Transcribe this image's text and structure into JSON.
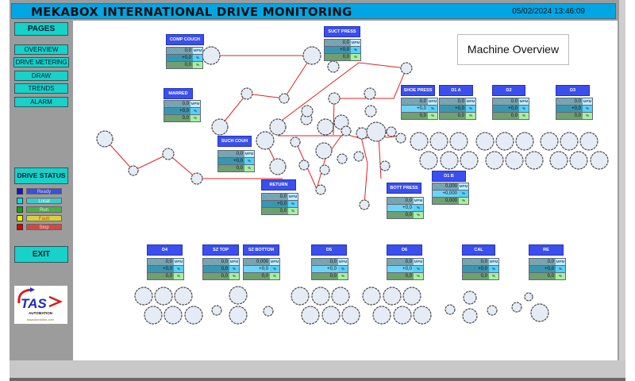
{
  "header": {
    "title": "MEKABOX INTERNATIONAL DRIVE MONITORING",
    "datetime": "05/02/2024 13:46:09"
  },
  "sidebar": {
    "pages_label": "PAGES",
    "nav": [
      {
        "label": "OVERVIEW"
      },
      {
        "label": "DRIVE METERING"
      },
      {
        "label": "DRAW"
      },
      {
        "label": "TRENDS"
      },
      {
        "label": "ALARM"
      }
    ],
    "drive_status_label": "DRIVE STATUS",
    "status_legend": [
      {
        "label": "Ready",
        "color": "#1010e0",
        "bar": "#3b4fd8",
        "text": "#c8d0ff"
      },
      {
        "label": "Local",
        "color": "#00e0e0",
        "bar": "#40c8c8",
        "text": "#e0ffff"
      },
      {
        "label": "Run",
        "color": "#00b000",
        "bar": "#48b048",
        "text": "#d0ffd0"
      },
      {
        "label": "Fault",
        "color": "#f0f000",
        "bar": "#d8d040",
        "text": "#e04000"
      },
      {
        "label": "Stop",
        "color": "#e00000",
        "bar": "#d04848",
        "text": "#ffd0d0"
      }
    ],
    "exit_label": "EXIT",
    "logo": {
      "brand": "TAS",
      "sub": "AUTOMATION",
      "site": "tasautomation.com"
    }
  },
  "main": {
    "overview_label": "Machine Overview"
  },
  "units": {
    "speed": "MPM",
    "pct": "%"
  },
  "drives": [
    {
      "name": "COMP COUCH",
      "speed": "0,0",
      "load": "+0,0",
      "ratio": "0,0"
    },
    {
      "name": "SUCT PRESS",
      "speed": "0,0",
      "load": "+0,0",
      "ratio": "0,0"
    },
    {
      "name": "MARRED",
      "speed": "0,0",
      "load": "+0,0",
      "ratio": "0,0"
    },
    {
      "name": "SHOE PRESS",
      "speed": "0,0",
      "load": "+0,0",
      "ratio": "0,0"
    },
    {
      "name": "D1 A",
      "speed": "0,0",
      "load": "+0,0",
      "ratio": "0,0"
    },
    {
      "name": "D2",
      "speed": "0,0",
      "load": "+0,0",
      "ratio": "0,0"
    },
    {
      "name": "D3",
      "speed": "0,0",
      "load": "+0,0",
      "ratio": "0,0"
    },
    {
      "name": "SUCH COUH",
      "speed": "0,0",
      "load": "+0,0",
      "ratio": "0,0"
    },
    {
      "name": "RETURN",
      "speed": "0,0",
      "load": "+0,0",
      "ratio": "0,0"
    },
    {
      "name": "BOTT PRESS",
      "speed": "0,0",
      "load": "+0,0",
      "ratio": "0,0"
    },
    {
      "name": "D1 B",
      "speed": "0,000",
      "load": "+0,000",
      "ratio": "0,000"
    },
    {
      "name": "D4",
      "speed": "0,0",
      "load": "+0,0",
      "ratio": "0,0"
    },
    {
      "name": "SZ TOP",
      "speed": "0,0",
      "load": "0,0",
      "ratio": "0,0"
    },
    {
      "name": "SZ BOTTOM",
      "speed": "0,000",
      "load": "+0,0",
      "ratio": "0,0"
    },
    {
      "name": "D5",
      "speed": "0,0",
      "load": "+0,0",
      "ratio": "0,0"
    },
    {
      "name": "D6",
      "speed": "0,0",
      "load": "+0,0",
      "ratio": "0,0"
    },
    {
      "name": "CAL",
      "speed": "0,0",
      "load": "+0,0",
      "ratio": "0,0"
    },
    {
      "name": "RE",
      "speed": "0,0",
      "load": "+0,0",
      "ratio": "0,0"
    }
  ]
}
